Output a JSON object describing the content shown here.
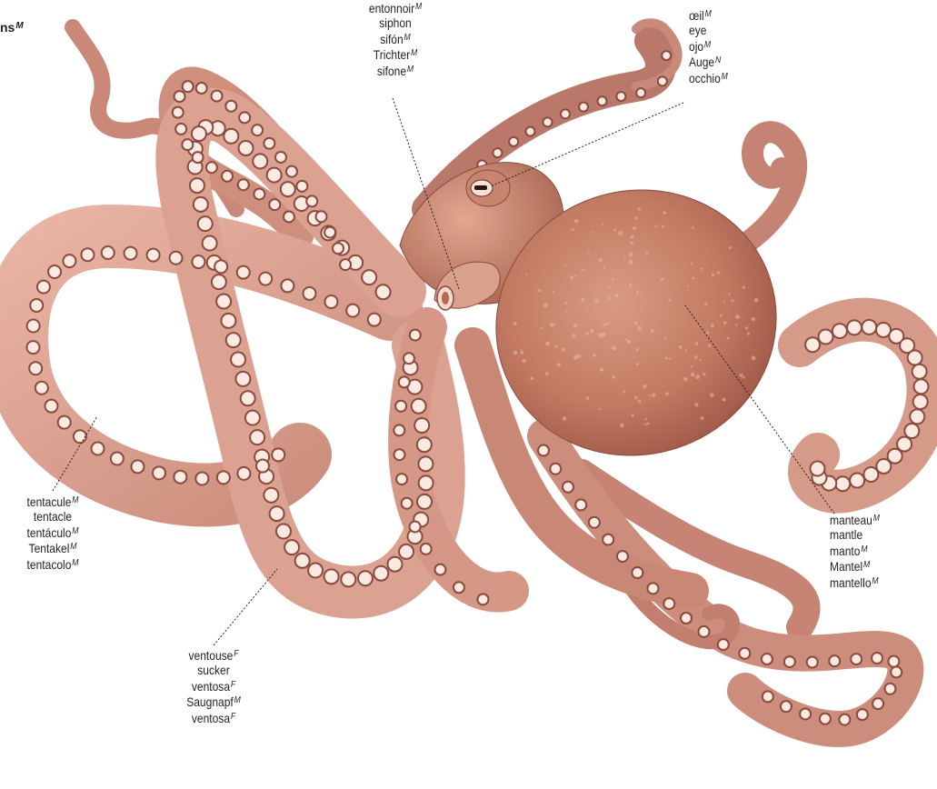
{
  "title": {
    "text": "ns",
    "gender": "M"
  },
  "colors": {
    "skin_light": "#f3cfc3",
    "skin_mid": "#dea28f",
    "skin_dark": "#a85f4f",
    "mantle": "#c97f66",
    "sucker_rim": "#8a4a3e",
    "sucker_inner": "#fbe9e2",
    "leader": "#231f20"
  },
  "labels": {
    "siphon": [
      {
        "text": "entonnoir",
        "g": "M"
      },
      {
        "text": "siphon",
        "g": ""
      },
      {
        "text": "sifón",
        "g": "M"
      },
      {
        "text": "Trichter",
        "g": "M"
      },
      {
        "text": "sifone",
        "g": "M"
      }
    ],
    "eye": [
      {
        "text": "œil",
        "g": "M"
      },
      {
        "text": "eye",
        "g": ""
      },
      {
        "text": "ojo",
        "g": "M"
      },
      {
        "text": "Auge",
        "g": "N"
      },
      {
        "text": "occhio",
        "g": "M"
      }
    ],
    "tentacle": [
      {
        "text": "tentacule",
        "g": "M"
      },
      {
        "text": "tentacle",
        "g": ""
      },
      {
        "text": "tentáculo",
        "g": "M"
      },
      {
        "text": "Tentakel",
        "g": "M"
      },
      {
        "text": "tentacolo",
        "g": "M"
      }
    ],
    "mantle": [
      {
        "text": "manteau",
        "g": "M"
      },
      {
        "text": "mantle",
        "g": ""
      },
      {
        "text": "manto",
        "g": "M"
      },
      {
        "text": "Mantel",
        "g": "M"
      },
      {
        "text": "mantello",
        "g": "M"
      }
    ],
    "sucker": [
      {
        "text": "ventouse",
        "g": "F"
      },
      {
        "text": "sucker",
        "g": ""
      },
      {
        "text": "ventosa",
        "g": "F"
      },
      {
        "text": "Saugnapf",
        "g": "M"
      },
      {
        "text": "ventosa",
        "g": "F"
      }
    ]
  }
}
